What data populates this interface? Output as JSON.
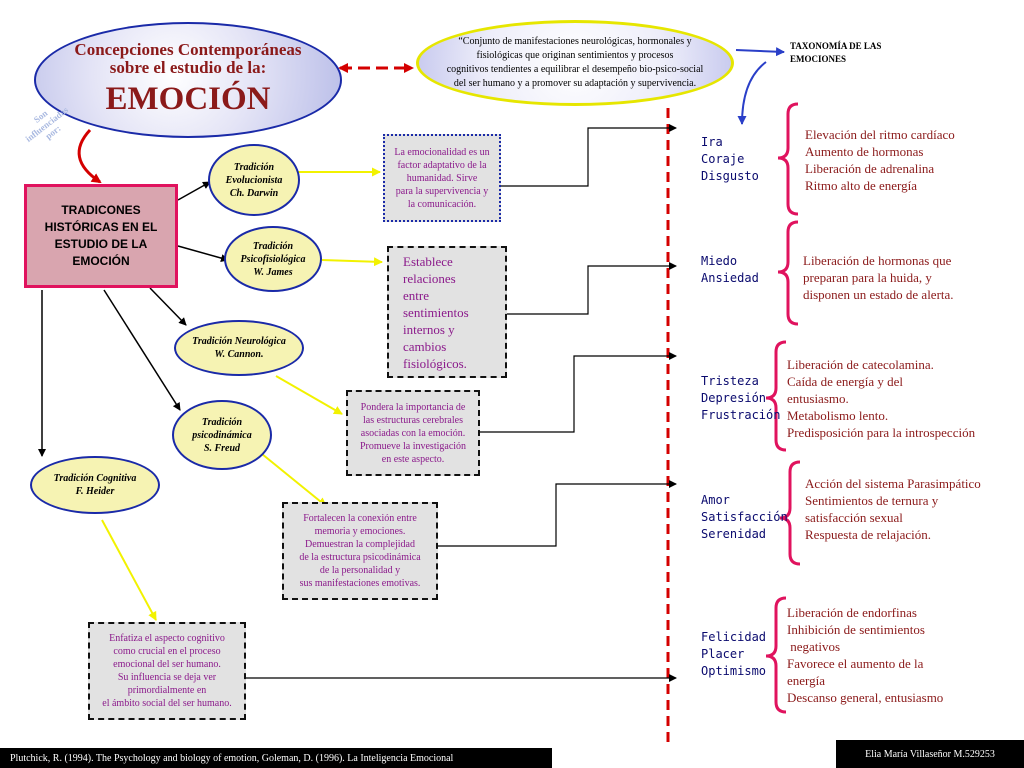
{
  "main": {
    "line1": "Concepciones Contemporáneas",
    "line2": "sobre el estudio de la:",
    "title": "EMOCIÓN"
  },
  "quote": {
    "lines": [
      "“Conjunto de manifestaciones neurológicas, hormonales y",
      "fisiológicas que originan sentimientos y procesos",
      "cognitivos tendientes a equilibrar el desempeño bio-psico-social",
      "del ser humano y a promover su adaptación y supervivencia."
    ]
  },
  "taxonomy": {
    "lines": [
      "TAXONOMÍA DE LAS",
      "EMOCIONES"
    ]
  },
  "side_note": {
    "lines": [
      "Son",
      "influenciadas",
      "por:"
    ]
  },
  "history": {
    "lines": [
      "TRADICONES",
      "HISTÓRICAS EN EL",
      "ESTUDIO DE LA",
      "EMOCIÓN"
    ]
  },
  "traditions": [
    {
      "lines": [
        "Tradición",
        "Evolucionista",
        "Ch. Darwin"
      ]
    },
    {
      "lines": [
        "Tradición",
        "Psicofisiológica",
        "W. James"
      ]
    },
    {
      "lines": [
        "Tradición Neurológica",
        "W. Cannon."
      ]
    },
    {
      "lines": [
        "Tradición",
        "psicodinámica",
        "S. Freud"
      ]
    },
    {
      "lines": [
        "Tradición Cognitiva",
        "F. Heider"
      ]
    }
  ],
  "notes": [
    {
      "lines": [
        "La emocionalidad es  un",
        "factor adaptativo de la",
        "humanidad.  Sirve",
        "para la supervivencia y",
        "la comunicación."
      ]
    },
    {
      "lines": [
        "Establece",
        "relaciones",
        "entre",
        "sentimientos",
        "internos y",
        "cambios",
        "fisiológicos."
      ]
    },
    {
      "lines": [
        "Pondera la importancia de",
        "las estructuras cerebrales",
        "asociadas con la emoción.",
        "Promueve la investigación",
        "en este aspecto."
      ]
    },
    {
      "lines": [
        "Fortalecen la conexión entre",
        "memoria  y emociones.",
        "Demuestran la complejidad",
        "de la estructura psicodinámica",
        "de la personalidad y",
        "sus manifestaciones emotivas."
      ]
    },
    {
      "lines": [
        "Enfatiza el aspecto cognitivo",
        "como crucial en el proceso",
        "emocional del ser humano.",
        "Su influencia se deja ver",
        "primordialmente  en",
        "el ámbito social del ser humano."
      ]
    }
  ],
  "emotions": [
    {
      "lines": [
        "Ira",
        "Coraje",
        "Disgusto"
      ]
    },
    {
      "lines": [
        "Miedo",
        "Ansiedad"
      ]
    },
    {
      "lines": [
        "Tristeza",
        "Depresión",
        "Frustración"
      ]
    },
    {
      "lines": [
        "Amor",
        "Satisfacción",
        "Serenidad"
      ]
    },
    {
      "lines": [
        "Felicidad",
        "Placer",
        "Optimismo"
      ]
    }
  ],
  "responses": [
    {
      "lines": [
        "Elevación del  ritmo cardíaco",
        "Aumento de hormonas",
        "Liberación de adrenalina",
        "Ritmo alto de energía"
      ]
    },
    {
      "lines": [
        "Liberación de hormonas que",
        "preparan para la huida,  y",
        "disponen un estado de alerta."
      ]
    },
    {
      "lines": [
        "Liberación de catecolamina.",
        "Caída de energía y del",
        "entusiasmo.",
        "Metabolismo  lento.",
        "Predisposición para la introspección"
      ]
    },
    {
      "lines": [
        "Acción del sistema Parasimpático",
        "Sentimientos de ternura y",
        "satisfacción sexual",
        "Respuesta de relajación."
      ]
    },
    {
      "lines": [
        "Liberación de endorfinas",
        "Inhibición de sentimientos",
        " negativos",
        "Favorece el aumento de la",
        "energía",
        "Descanso general, entusiasmo"
      ]
    }
  ],
  "footer": {
    "reference": "Plutchick, R. (1994). The Psychology and biology of emotion, Goleman, D. (1996). La Inteligencia Emocional",
    "author": "Elia María Villaseñor M.529253"
  },
  "colors": {
    "dark_red": "#8b1a1a",
    "navy": "#1a2aa8",
    "magenta": "#e0135e",
    "yellow_line": "#f2f200",
    "note_purple": "#8b1a8b"
  }
}
